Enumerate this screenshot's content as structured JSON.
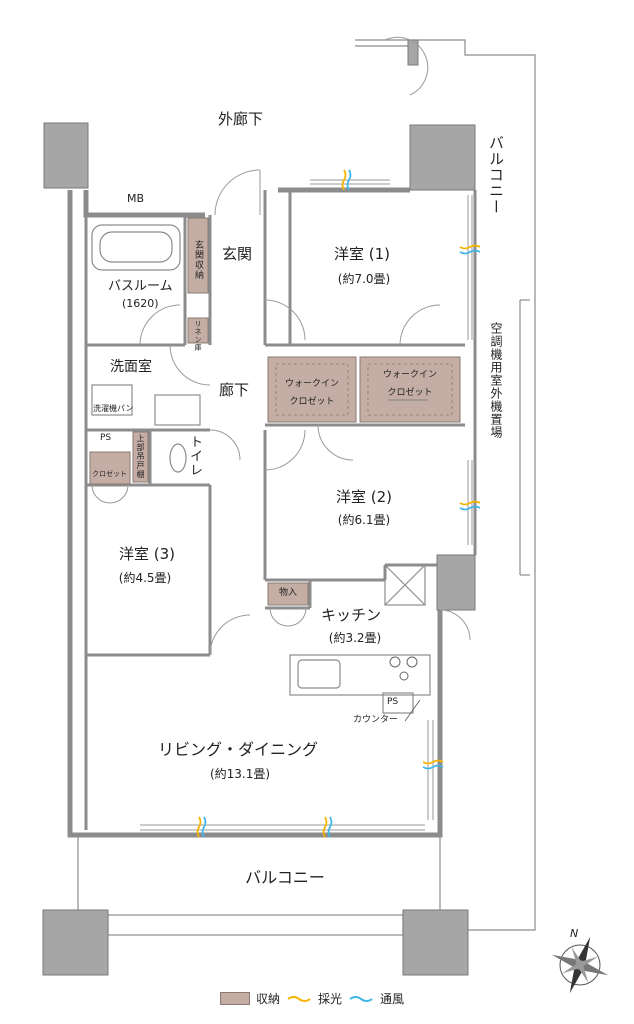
{
  "labels": {
    "outer_corridor": "外廊下",
    "balcony_side": "バルコニー",
    "balcony_bottom": "バルコニー",
    "ac_area": "空調機用室外機置場",
    "mb": "MB",
    "bathroom": "バスルーム",
    "bathroom_size": "(1620)",
    "entrance": "玄関",
    "entrance_storage": "玄関収納",
    "linen": "リネン庫",
    "room1": "洋室 (1)",
    "room1_size": "(約7.0畳)",
    "washroom": "洗面室",
    "laundry_pan": "洗濯機パン",
    "hallway": "廊下",
    "walkin1": [
      "ウォークイン",
      "クロゼット"
    ],
    "walkin2": [
      "ウォークイン",
      "クロゼット"
    ],
    "ps_upper": "PS",
    "ps_lower": "PS",
    "upper_cabinet": "上部吊戸棚",
    "toilet": "トイレ",
    "closet": "クロゼット",
    "room2": "洋室 (2)",
    "room2_size": "(約6.1畳)",
    "room3": "洋室 (3)",
    "room3_size": "(約4.5畳)",
    "storage": "物入",
    "kitchen": "キッチン",
    "kitchen_size": "(約3.2畳)",
    "counter": "カウンター",
    "living": "リビング・ダイニング",
    "living_size": "(約13.1畳)",
    "compass_n": "N"
  },
  "legend": {
    "storage": "収納",
    "light": "採光",
    "wind": "通風"
  },
  "colors": {
    "storage": "#c4ada4",
    "light": "#f5b400",
    "wind": "#3fb6e6",
    "wall": "#8c8c8c",
    "pillar": "#a6a6a6"
  }
}
